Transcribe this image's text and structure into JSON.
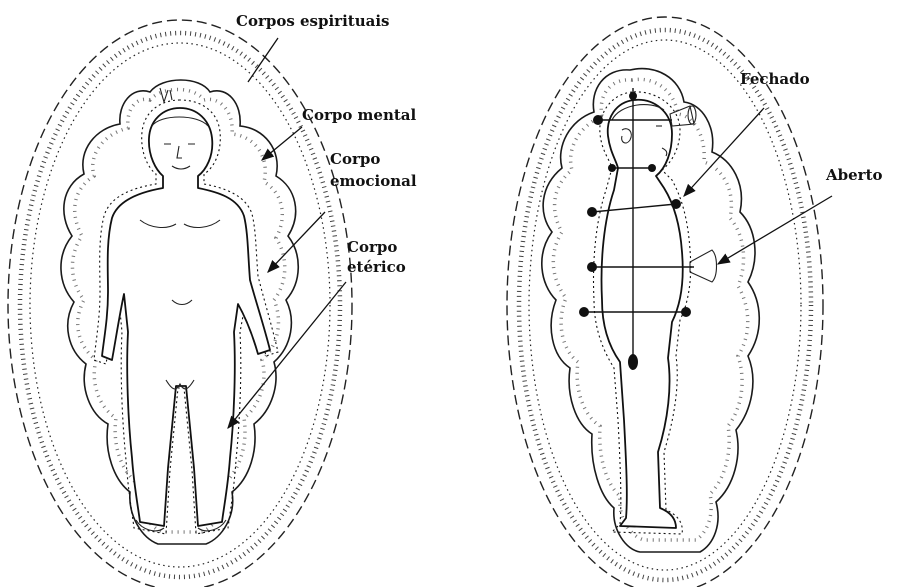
{
  "labels": {
    "spiritual": "Corpos espirituais",
    "mental": "Corpo mental",
    "emotional_1": "Corpo",
    "emotional_2": "emocional",
    "etheric_1": "Corpo",
    "etheric_2": "etérico",
    "closed": "Fechado",
    "open": "Aberto"
  }
}
